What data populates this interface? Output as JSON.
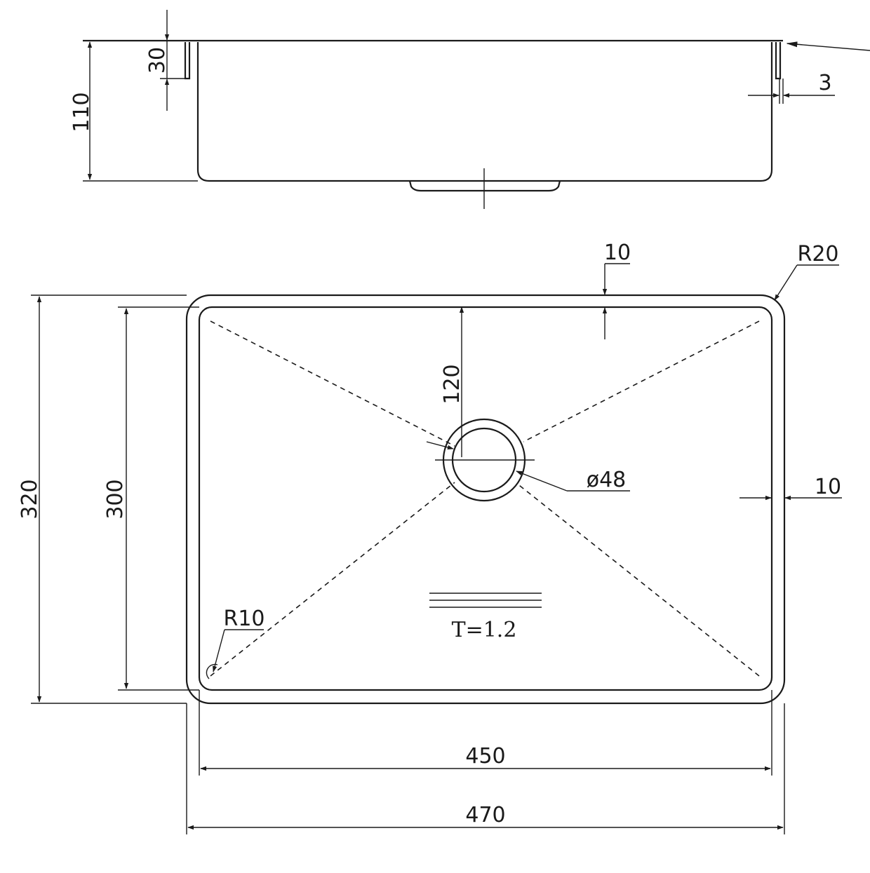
{
  "side_view": {
    "height_label": "110",
    "flange_label": "30",
    "thickness_label": "3"
  },
  "top_view": {
    "outer_width_label": "470",
    "inner_width_label": "450",
    "outer_height_label": "320",
    "inner_height_label": "300",
    "drain_offset_label": "120",
    "drain_diameter_label": "ø48",
    "top_rim_label": "10",
    "side_rim_label": "10",
    "outer_radius_label": "R20",
    "inner_radius_label": "R10",
    "thickness_note": "T=1.2"
  }
}
